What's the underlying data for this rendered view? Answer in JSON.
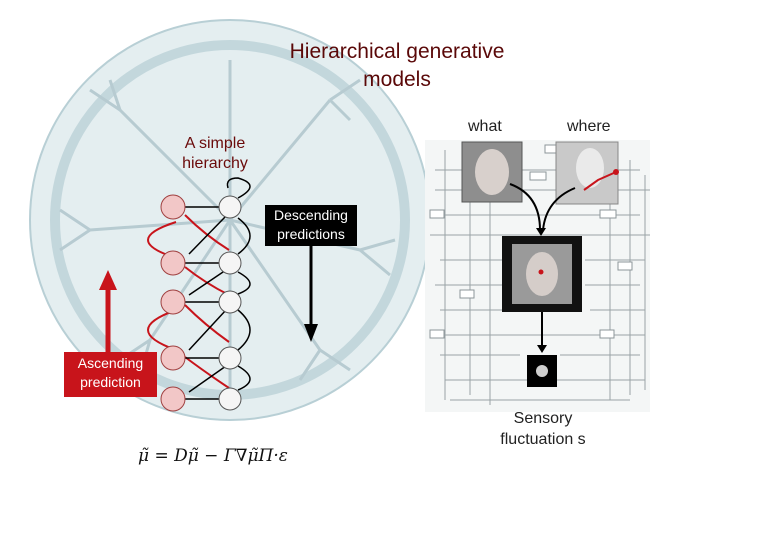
{
  "title": "Hierarchical generative models",
  "simple_hierarchy_label": "A simple hierarchy",
  "what_label": "what",
  "where_label": "where",
  "descending_label": "Descending predictions",
  "ascending_label": "Ascending prediction",
  "sensory_label": "Sensory fluctuation s",
  "equation": "μ̃ = Dμ̃ − Γ∇μ̃Π·ε",
  "colors": {
    "ascending": "#c8141b",
    "descending": "#000000",
    "node_fill": "#f2c7c7",
    "brain_circle": "#cfe0e4"
  }
}
